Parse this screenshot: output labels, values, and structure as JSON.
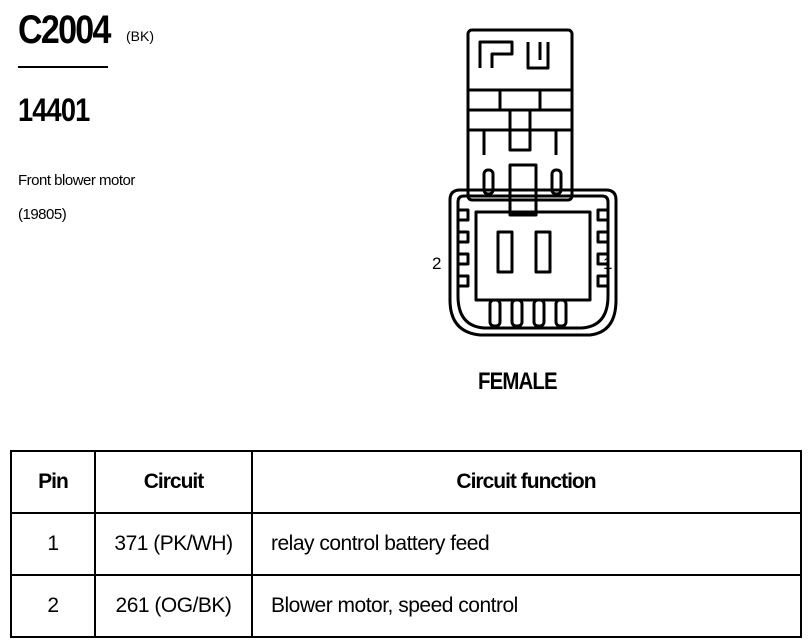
{
  "connector": {
    "id": "C2004",
    "color_code": "(BK)",
    "part_number": "14401",
    "description_line1": "Front blower motor",
    "description_line2": "(19805)",
    "gender": "FEMALE",
    "pin_left": "2",
    "pin_right": "1"
  },
  "table": {
    "headers": {
      "pin": "Pin",
      "circuit": "Circuit",
      "function": "Circuit function"
    },
    "rows": [
      {
        "pin": "1",
        "circuit": "371 (PK/WH)",
        "function": "relay control battery feed"
      },
      {
        "pin": "2",
        "circuit": "261 (OG/BK)",
        "function": "Blower motor, speed control"
      }
    ]
  }
}
